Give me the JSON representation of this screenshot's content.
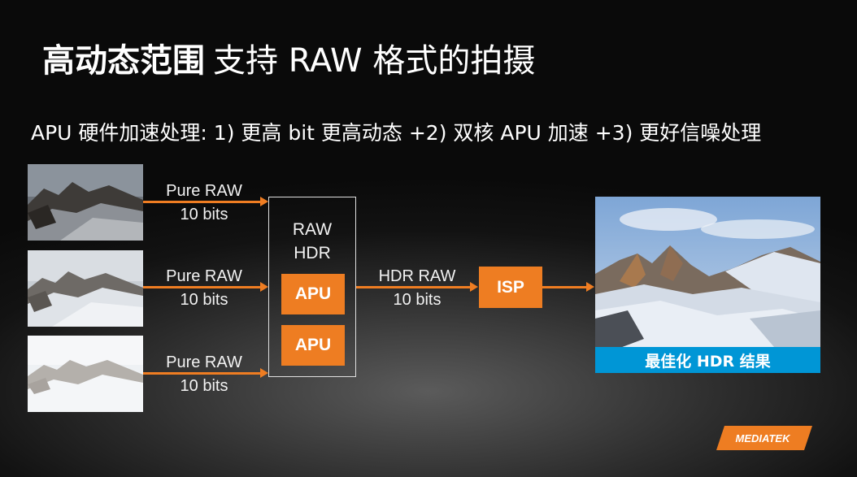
{
  "title": {
    "bold": "高动态范围",
    "rest": "支持 RAW 格式的拍摄"
  },
  "subtitle": "APU 硬件加速处理: 1) 更高 bit 更高动态 +2) 双核 APU 加速 +3) 更好信噪处理",
  "inputs": [
    {
      "label_line1": "Pure RAW",
      "label_line2": "10 bits",
      "exposure": "dark"
    },
    {
      "label_line1": "Pure RAW",
      "label_line2": "10 bits",
      "exposure": "normal"
    },
    {
      "label_line1": "Pure RAW",
      "label_line2": "10 bits",
      "exposure": "bright"
    }
  ],
  "raw_hdr": {
    "line1": "RAW",
    "line2": "HDR",
    "units": [
      "APU",
      "APU"
    ]
  },
  "hdr_raw": {
    "line1": "HDR RAW",
    "line2": "10 bits"
  },
  "isp": "ISP",
  "result_caption": "最佳化 HDR 结果",
  "logo": "MEDIATEK",
  "colors": {
    "accent": "#EE7D22",
    "caption_bg": "#0096D6"
  }
}
